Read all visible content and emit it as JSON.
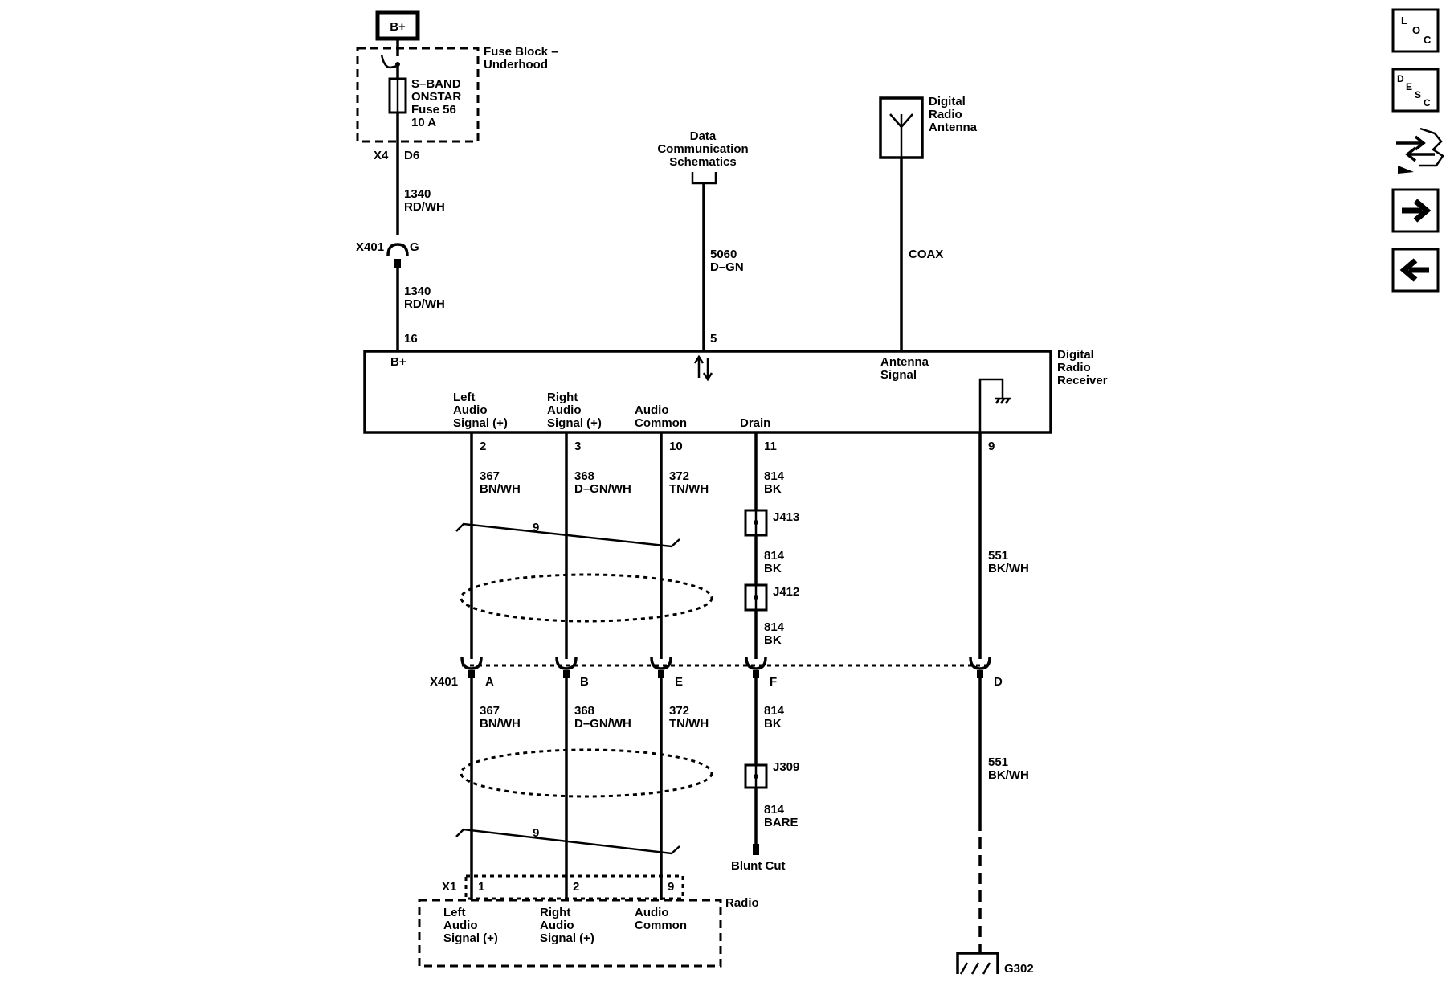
{
  "power": {
    "label": "B+"
  },
  "fuse_block": {
    "title_l1": "Fuse Block –",
    "title_l2": "Underhood",
    "fuse_l1": "S–BAND",
    "fuse_l2": "ONSTAR",
    "fuse_l3": "Fuse 56",
    "fuse_l4": "10 A"
  },
  "top_wire": {
    "conn": "X4",
    "pin": "D6",
    "circuit1": "1340",
    "color1": "RD/WH",
    "inline_conn": "X401",
    "inline_pin": "G",
    "circuit2": "1340",
    "color2": "RD/WH",
    "receiver_pin": "16"
  },
  "data_comm": {
    "l1": "Data",
    "l2": "Communication",
    "l3": "Schematics",
    "circuit": "5060",
    "color": "D–GN",
    "pin": "5"
  },
  "antenna": {
    "l1": "Digital",
    "l2": "Radio",
    "l3": "Antenna",
    "cable": "COAX"
  },
  "receiver": {
    "name_l1": "Digital",
    "name_l2": "Radio",
    "name_l3": "Receiver",
    "bplus": "B+",
    "antenna_l1": "Antenna",
    "antenna_l2": "Signal",
    "left_l1": "Left",
    "left_l2": "Audio",
    "left_l3": "Signal (+)",
    "right_l1": "Right",
    "right_l2": "Audio",
    "right_l3": "Signal (+)",
    "common_l1": "Audio",
    "common_l2": "Common",
    "drain": "Drain"
  },
  "pins": {
    "left": "2",
    "right": "3",
    "common": "10",
    "drain": "11",
    "ground": "9"
  },
  "upper_wires": {
    "left_c": "367",
    "left_col": "BN/WH",
    "right_c": "368",
    "right_col": "D–GN/WH",
    "common_c": "372",
    "common_col": "TN/WH",
    "drain_c1": "814",
    "drain_col1": "BK",
    "drain_c2": "814",
    "drain_col2": "BK",
    "drain_c3": "814",
    "drain_col3": "BK",
    "ground_c": "551",
    "ground_col": "BK/WH",
    "twist": "9"
  },
  "splices": {
    "j413": "J413",
    "j412": "J412",
    "j309": "J309"
  },
  "inline": {
    "conn": "X401",
    "a": "A",
    "b": "B",
    "e": "E",
    "f": "F",
    "d": "D"
  },
  "lower_wires": {
    "left_c": "367",
    "left_col": "BN/WH",
    "right_c": "368",
    "right_col": "D–GN/WH",
    "common_c": "372",
    "common_col": "TN/WH",
    "drain_c1": "814",
    "drain_col1": "BK",
    "drain_c2": "814",
    "drain_col2": "BARE",
    "ground_c": "551",
    "ground_col": "BK/WH",
    "twist": "9",
    "blunt": "Blunt Cut"
  },
  "radio": {
    "conn": "X1",
    "p1": "1",
    "p2": "2",
    "p9": "9",
    "name": "Radio",
    "left_l1": "Left",
    "left_l2": "Audio",
    "left_l3": "Signal (+)",
    "right_l1": "Right",
    "right_l2": "Audio",
    "right_l3": "Signal (+)",
    "common_l1": "Audio",
    "common_l2": "Common"
  },
  "ground": {
    "label": "G302"
  },
  "nav": {
    "loc": [
      "L",
      "O",
      "C"
    ],
    "desc": [
      "D",
      "E",
      "S",
      "C"
    ]
  }
}
